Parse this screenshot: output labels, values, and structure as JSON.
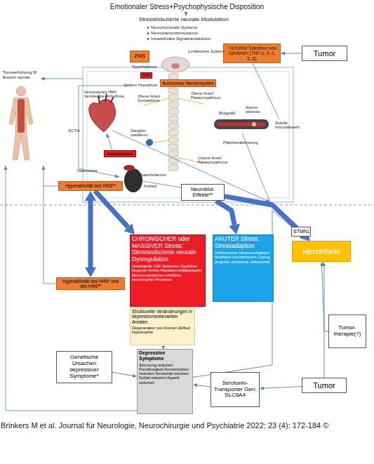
{
  "diagram": {
    "title": "Emotionaler Stress+Psychophysische Disposition",
    "caption": "Brinkers M et al. Journal für Neurologie, Neurochirurgie und Psychiatrie 2022; 23 (4): 172-184 ©",
    "nodes": [
      {
        "text": [
          "ZNS"
        ]
      },
      {
        "text": [
          "? Erhöhte Sekretion von Zytokinen (TNF-α, IL-1, IL-6)"
        ]
      },
      {
        "text": [
          "Tumor"
        ]
      },
      {
        "text": [
          "CRF"
        ]
      },
      {
        "text": [
          "Autonomes Nervensystem"
        ]
      },
      {
        "text": [
          "Katecholamine"
        ]
      },
      {
        "text": [
          "Hyperaktivität des HNS**"
        ]
      },
      {
        "text": [
          "Neurobiol. Effekte**"
        ]
      },
      {
        "text": [
          "STMN1"
        ]
      },
      {
        "text": [
          "Herzinfarkt"
        ]
      },
      {
        "text": [
          "CHRONISCHER oder MASSIVER Stress: Stressinduzierte neurale Dysregulation",
          "Gesteigerte CRF-Sekretion Depletion biogener Amine Alteration inhibitorischer Neuromodulatoren Inhibition neurotropher Prozesse"
        ]
      },
      {
        "text": [
          "AKUTER Stress: Stressadaption",
          "Inhibitorische Neuromodulation/ feedback-mechanismen Coping (kognitiv, emotional, behavioral)"
        ]
      },
      {
        "text": [
          "Hyperaktivität des HHN* und des HNS**"
        ]
      },
      {
        "text": [
          "Strukturelle Veränderungen in depressionsrelevanten Arealen",
          "Degeneration von Axonen Zelltod Hypotrophie"
        ]
      },
      {
        "text": [
          "Tumor-therapie(?)"
        ]
      },
      {
        "text": [
          "Genetische Ursachen depressiver Symptome*"
        ]
      },
      {
        "text": [
          "Depressive Symptome",
          "Stimmung reduziert Freudlosigkeit Konzentration reduziert Sensivität reduziert Schlaf reduziert Appetit reduziert"
        ]
      },
      {
        "text": [
          "Serotonin-Transporter Gen: SLC6A4"
        ]
      },
      {
        "text": [
          "Tumor"
        ]
      }
    ],
    "edges": [
      {
        "from": 2,
        "to": 1,
        "arrow": "to"
      },
      {
        "from": 7,
        "to": 9,
        "arrow": "to"
      },
      {
        "from": 7,
        "to": 11,
        "arrow": "to"
      },
      {
        "from": 6,
        "to": 12,
        "arrow": "both"
      },
      {
        "from": 6,
        "to": 10,
        "arrow": "to"
      },
      {
        "from": 13,
        "to": 16,
        "arrow": "to"
      },
      {
        "from": 16,
        "to": 9,
        "arrow": "to"
      },
      {
        "from": 15,
        "to": 16,
        "arrow": "to"
      },
      {
        "from": 17,
        "to": 16,
        "arrow": "to"
      },
      {
        "from": 18,
        "to": 17,
        "arrow": "to"
      },
      {
        "from": 18,
        "to": 9,
        "arrow": "to"
      },
      {
        "from": 14,
        "to": 9,
        "arrow": "to"
      }
    ],
    "labels": [
      "Stressinduzierte neurale Modulation",
      "Neurohumorale Systems",
      "Neurotransmittersysteme",
      "Intrazelluläre Signaltransduktion",
      "Limbisches System",
      "Hypothalamus",
      "Vordere Hypophyse",
      "Tonuserhöhung M. Erector spinae",
      "Vermindertes HMV Ventrikuläre Arrhythmie",
      "Oberer Anteil Sympathicus",
      "Oberer Anteil Parasympathicus",
      "Blutgefäß",
      "Arterio-sklerose",
      "Zellulär Immunabwehr",
      "Plättchenaktivierung",
      "ACTH",
      "Ganglion coeliacum",
      "Unterer Anteil Parasympathicus",
      "Nebenniere",
      "Katecholamine",
      "Kortisol"
    ]
  }
}
